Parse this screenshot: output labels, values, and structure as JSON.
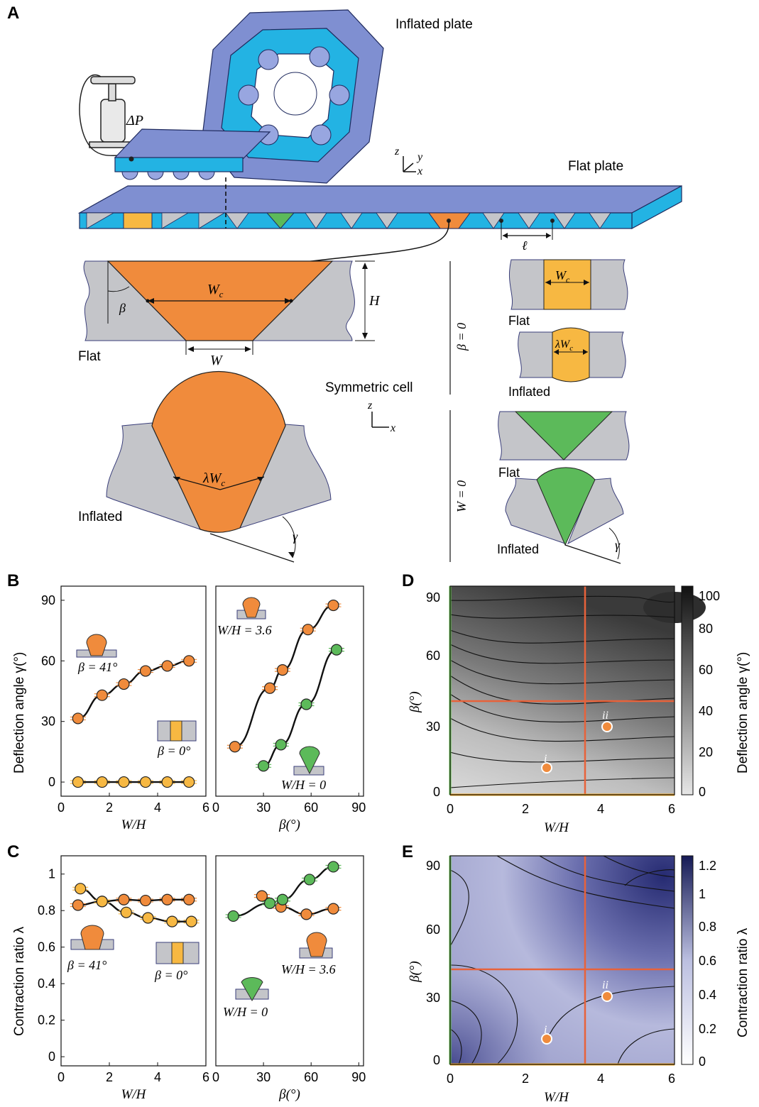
{
  "colors": {
    "plate_top": "#7f8fd1",
    "plate_side": "#23b3e3",
    "cell_orange": "#f08b3c",
    "cell_yellow": "#f7b842",
    "cell_green": "#5cba5a",
    "matrix_gray": "#c4c5c9",
    "line_red": "#e8623a",
    "line_green": "#63c24a",
    "line_yellow": "#f2a722"
  },
  "panels": {
    "A": {
      "letter": "A",
      "inflated_plate": "Inflated plate",
      "flat_plate": "Flat plate",
      "delta_p": "ΔP",
      "ell": "ℓ",
      "axes_top": {
        "z": "z",
        "y": "y",
        "x": "x"
      },
      "axes_cell": {
        "z": "z",
        "x": "x"
      },
      "symmetric_cell": "Symmetric cell",
      "flat": "Flat",
      "inflated": "Inflated",
      "beta": "β",
      "wc": "W",
      "wc_sub": "c",
      "h": "H",
      "w": "W",
      "lambda_wc": "λW",
      "gamma": "γ",
      "beta_zero": "β = 0",
      "w_zero": "W = 0",
      "flat_small_1": "Flat",
      "inflated_small_1": "Inflated",
      "flat_small_2": "Flat",
      "inflated_small_2": "Inflated"
    },
    "B": {
      "letter": "B",
      "ylabel": "Deflection angle γ(°)",
      "left_xlabel": "W/H",
      "right_xlabel": "β(°)",
      "label_beta41": "β = 41°",
      "label_beta0": "β = 0°",
      "label_wh36": "W/H = 3.6",
      "label_wh0": "W/H = 0"
    },
    "C": {
      "letter": "C",
      "ylabel": "Contraction ratio λ",
      "left_xlabel": "W/H",
      "right_xlabel": "β(°)",
      "label_beta41": "β = 41°",
      "label_beta0": "β = 0°",
      "label_wh36": "W/H = 3.6",
      "label_wh0": "W/H = 0"
    },
    "D": {
      "letter": "D",
      "ylabel": "β(°)",
      "xlabel": "W/H",
      "colorbar_label": "Deflection angle γ(°)",
      "colorbar_ticks": [
        "0",
        "20",
        "40",
        "60",
        "80",
        "100"
      ],
      "point_i": "i",
      "point_ii": "ii"
    },
    "E": {
      "letter": "E",
      "ylabel": "β(°)",
      "xlabel": "W/H",
      "colorbar_label": "Contraction ratio λ",
      "colorbar_ticks": [
        "0",
        "0.2",
        "0.4",
        "0.6",
        "0.8",
        "1",
        "1.2"
      ],
      "point_i": "i",
      "point_ii": "ii"
    }
  },
  "chart_data": [
    {
      "type": "line",
      "panel": "B-left",
      "xlabel": "W/H",
      "ylabel": "Deflection angle γ(°)",
      "xlim": [
        0,
        6
      ],
      "ylim": [
        -7,
        97
      ],
      "xticks": [
        "0",
        "2",
        "4",
        "6"
      ],
      "yticks": [
        "0",
        "30",
        "60",
        "90"
      ],
      "series": [
        {
          "name": "β = 41°",
          "color": "#f08b3c",
          "x": [
            0.7,
            1.7,
            2.6,
            3.5,
            4.4,
            5.3
          ],
          "y": [
            31.5,
            43,
            48.5,
            55,
            57.5,
            60
          ]
        },
        {
          "name": "β = 0°",
          "color": "#f7b842",
          "x": [
            0.7,
            1.7,
            2.6,
            3.5,
            4.4,
            5.3
          ],
          "y": [
            0,
            0,
            0,
            0,
            0,
            0
          ]
        }
      ]
    },
    {
      "type": "line",
      "panel": "B-right",
      "xlabel": "β(°)",
      "xlim": [
        0,
        93
      ],
      "ylim": [
        -7,
        97
      ],
      "xticks": [
        "0",
        "30",
        "60",
        "90"
      ],
      "series": [
        {
          "name": "W/H = 3.6",
          "color": "#f08b3c",
          "x": [
            12,
            34,
            42,
            58,
            74
          ],
          "y": [
            17.5,
            46.5,
            55.5,
            75.5,
            87.5
          ]
        },
        {
          "name": "W/H = 0",
          "color": "#5cba5a",
          "x": [
            30,
            41,
            57,
            76
          ],
          "y": [
            8,
            18.5,
            38.5,
            65.5
          ]
        }
      ]
    },
    {
      "type": "line",
      "panel": "C-left",
      "xlabel": "W/H",
      "ylabel": "Contraction ratio λ",
      "xlim": [
        0,
        6
      ],
      "ylim": [
        -0.05,
        1.1
      ],
      "xticks": [
        "0",
        "2",
        "4",
        "6"
      ],
      "yticks": [
        "0",
        "0.2",
        "0.4",
        "0.6",
        "0.8",
        "1"
      ],
      "series": [
        {
          "name": "β = 41°",
          "color": "#f08b3c",
          "x": [
            0.7,
            1.7,
            2.6,
            3.5,
            4.4,
            5.3
          ],
          "y": [
            0.83,
            0.85,
            0.86,
            0.855,
            0.86,
            0.86
          ]
        },
        {
          "name": "β = 0°",
          "color": "#f7b842",
          "x": [
            0.8,
            1.7,
            2.7,
            3.6,
            4.6,
            5.4
          ],
          "y": [
            0.92,
            0.85,
            0.79,
            0.76,
            0.74,
            0.74
          ]
        }
      ]
    },
    {
      "type": "line",
      "panel": "C-right",
      "xlabel": "β(°)",
      "xlim": [
        0,
        93
      ],
      "ylim": [
        -0.05,
        1.1
      ],
      "xticks": [
        "0",
        "30",
        "60",
        "90"
      ],
      "series": [
        {
          "name": "W/H = 3.6",
          "color": "#f08b3c",
          "x": [
            29,
            41,
            57,
            74
          ],
          "y": [
            0.88,
            0.82,
            0.78,
            0.81
          ]
        },
        {
          "name": "W/H = 0",
          "color": "#5cba5a",
          "x": [
            11,
            34,
            42,
            59,
            74
          ],
          "y": [
            0.77,
            0.84,
            0.86,
            0.97,
            1.04
          ]
        }
      ]
    },
    {
      "type": "heatmap",
      "panel": "D",
      "xlabel": "W/H",
      "ylabel": "β(°)",
      "xlim": [
        0,
        6
      ],
      "ylim": [
        -2,
        95
      ],
      "xticks": [
        "0",
        "2",
        "4",
        "6"
      ],
      "yticks": [
        "0",
        "30",
        "60",
        "90"
      ],
      "colorbar": {
        "label": "Deflection angle γ(°)",
        "range": [
          0,
          105
        ]
      },
      "guide_lines": {
        "x": 3.6,
        "y": 41
      },
      "points": [
        {
          "label": "i",
          "x": 2.6,
          "y": 11
        },
        {
          "label": "ii",
          "x": 4.2,
          "y": 30
        }
      ]
    },
    {
      "type": "heatmap",
      "panel": "E",
      "xlabel": "W/H",
      "ylabel": "β(°)",
      "xlim": [
        0,
        6
      ],
      "ylim": [
        -2,
        95
      ],
      "xticks": [
        "0",
        "2",
        "4",
        "6"
      ],
      "yticks": [
        "0",
        "30",
        "60",
        "90"
      ],
      "colorbar": {
        "label": "Contraction ratio λ",
        "range": [
          0,
          1.25
        ]
      },
      "guide_lines": {
        "x": 3.6,
        "y": 41
      },
      "points": [
        {
          "label": "i",
          "x": 2.6,
          "y": 11
        },
        {
          "label": "ii",
          "x": 4.2,
          "y": 30
        }
      ]
    }
  ]
}
